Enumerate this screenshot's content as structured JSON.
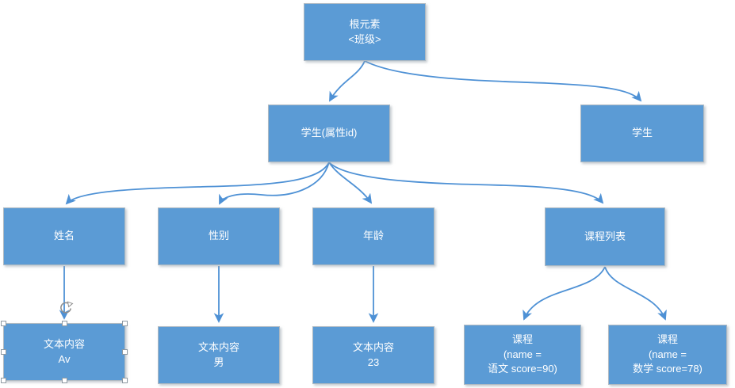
{
  "diagram": {
    "title": "XML tree diagram of a class roster",
    "colors": {
      "canvas_bg": "#ffffff",
      "node_fill": "#5b9bd5",
      "node_border": "#aeb9c2",
      "node_text": "#ffffff",
      "connector": "#4e91d5",
      "selection_handle": "#ffffff",
      "rotate_handle": "#8f8f8f"
    },
    "nodes": {
      "root": {
        "line1": "根元素",
        "line2": "<班级>"
      },
      "student_with_id": {
        "line1": "学生(属性id)"
      },
      "student": {
        "line1": "学生"
      },
      "name": {
        "line1": "姓名"
      },
      "gender": {
        "line1": "性别"
      },
      "age": {
        "line1": "年龄"
      },
      "course_list": {
        "line1": "课程列表"
      },
      "text_name": {
        "line1": "文本内容",
        "line2": "Av",
        "selected": "true"
      },
      "text_gender": {
        "line1": "文本内容",
        "line2": "男"
      },
      "text_age": {
        "line1": "文本内容",
        "line2": "23"
      },
      "course_chinese": {
        "line1": "课程",
        "line2": "(name =",
        "line3": "语文 score=90)"
      },
      "course_math": {
        "line1": "课程",
        "line2": "(name =",
        "line3": "数学 score=78)"
      }
    },
    "edges": [
      {
        "from": "root",
        "to": "student_with_id"
      },
      {
        "from": "root",
        "to": "student"
      },
      {
        "from": "student_with_id",
        "to": "name"
      },
      {
        "from": "student_with_id",
        "to": "gender"
      },
      {
        "from": "student_with_id",
        "to": "age"
      },
      {
        "from": "student_with_id",
        "to": "course_list"
      },
      {
        "from": "name",
        "to": "text_name"
      },
      {
        "from": "gender",
        "to": "text_gender"
      },
      {
        "from": "age",
        "to": "text_age"
      },
      {
        "from": "course_list",
        "to": "course_chinese"
      },
      {
        "from": "course_list",
        "to": "course_math"
      }
    ]
  }
}
